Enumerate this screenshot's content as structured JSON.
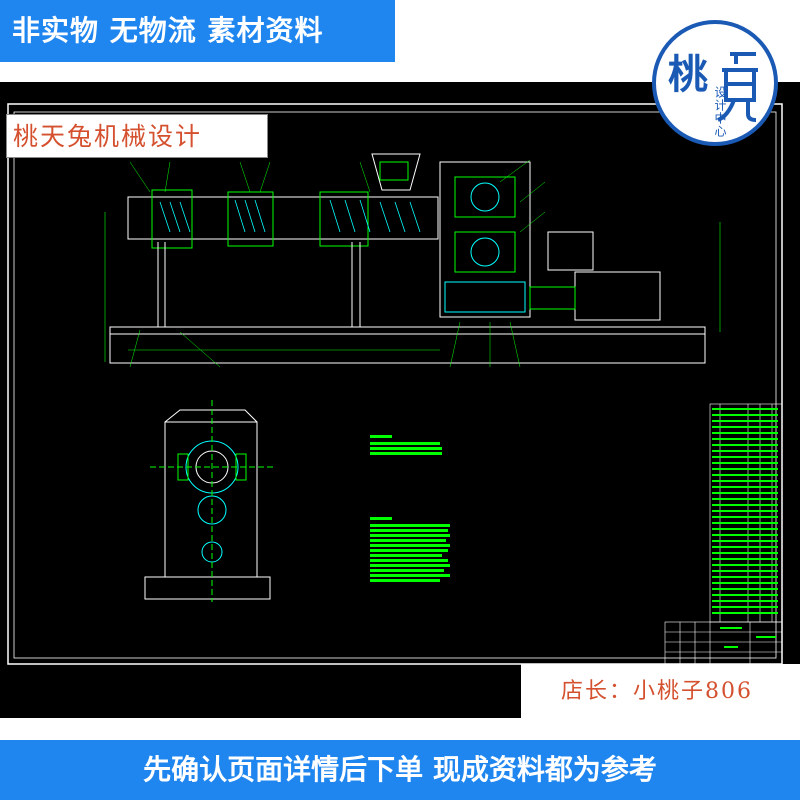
{
  "header": {
    "banner_text": "非实物 无物流 素材资料"
  },
  "logo": {
    "main_char": "桃",
    "sub_text": "设计中心",
    "icon": "peach-rabbit-logo-icon"
  },
  "brand": {
    "label": "桃天兔机械设计"
  },
  "shop": {
    "owner_label": "店长：小桃子806"
  },
  "footer": {
    "banner_text": "先确认页面详情后下单 现成资料都为参考"
  },
  "colors": {
    "banner_blue": "#1f86f0",
    "cad_background": "#000000",
    "cad_line_white": "#ffffff",
    "cad_line_green": "#00ff00",
    "cad_line_cyan": "#00ffff",
    "brand_text_orange": "#d4502e",
    "logo_blue": "#1a5ab5"
  }
}
